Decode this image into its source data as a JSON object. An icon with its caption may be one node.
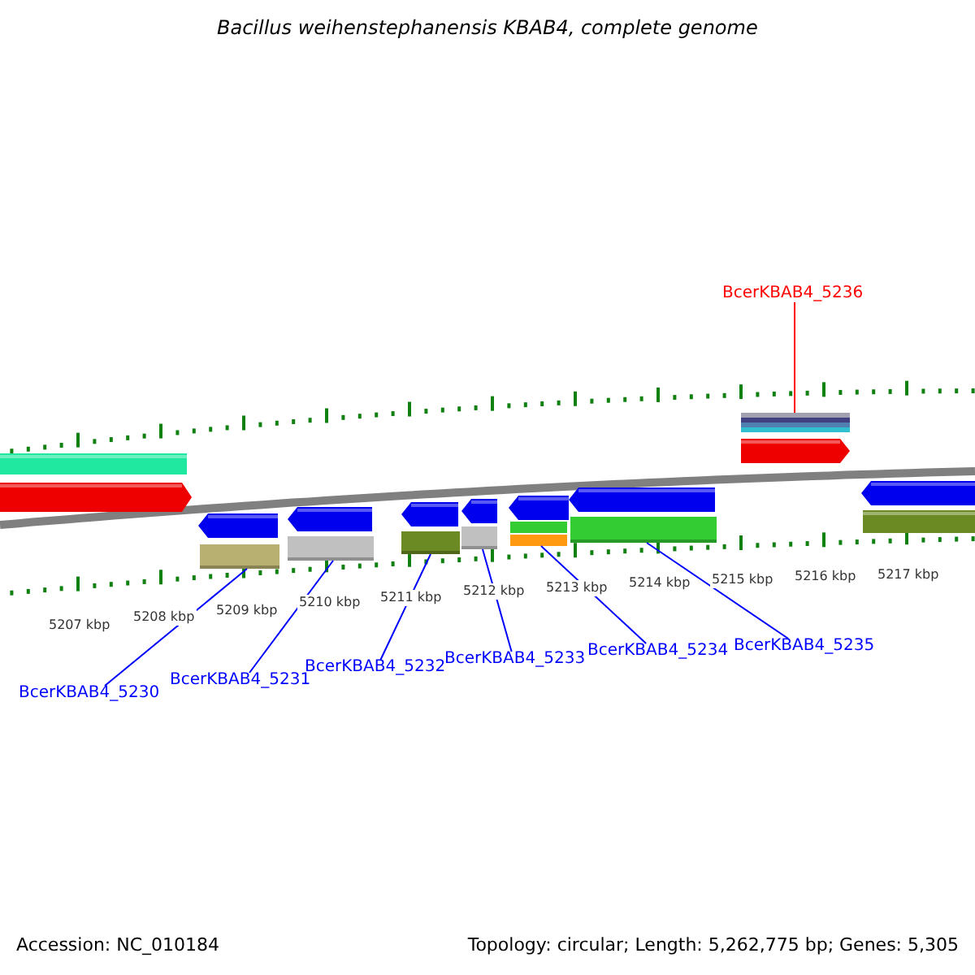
{
  "diagram": {
    "title": "Bacillus weihenstephanensis KBAB4, complete genome",
    "nodes": [
      {
        "text": [
          "BcerKBAB4_5236"
        ]
      },
      {
        "text": [
          "BcerKBAB4_5230"
        ]
      },
      {
        "text": [
          "BcerKBAB4_5231"
        ]
      },
      {
        "text": [
          "BcerKBAB4_5232"
        ]
      },
      {
        "text": [
          "BcerKBAB4_5233"
        ]
      },
      {
        "text": [
          "BcerKBAB4_5234"
        ]
      },
      {
        "text": [
          "BcerKBAB4_5235"
        ]
      },
      {
        "text": [],
        "shape": "bar"
      },
      {
        "text": [],
        "shape": "bar"
      },
      {
        "text": [],
        "shape": "bar"
      },
      {
        "text": [],
        "shape": "bar"
      },
      {
        "text": [],
        "shape": "bar"
      },
      {
        "text": [],
        "shape": "bar"
      },
      {
        "text": [],
        "shape": "bar"
      }
    ],
    "edges": [
      {
        "from": 0,
        "to": 7,
        "arrow": "none",
        "color": "#ff0000"
      },
      {
        "from": 1,
        "to": 8,
        "arrow": "none"
      },
      {
        "from": 2,
        "to": 9,
        "arrow": "none"
      },
      {
        "from": 3,
        "to": 10,
        "arrow": "none"
      },
      {
        "from": 4,
        "to": 11,
        "arrow": "none"
      },
      {
        "from": 5,
        "to": 12,
        "arrow": "none"
      },
      {
        "from": 6,
        "to": 13,
        "arrow": "none"
      }
    ],
    "labels": [
      "5207 kbp",
      "5208 kbp",
      "5209 kbp",
      "5210 kbp",
      "5211 kbp",
      "5212 kbp",
      "5213 kbp",
      "5214 kbp",
      "5215 kbp",
      "5216 kbp",
      "5217 kbp",
      "Accession: NC_010184",
      "Topology: circular; Length: 5,262,775 bp; Genes: 5,305"
    ]
  }
}
